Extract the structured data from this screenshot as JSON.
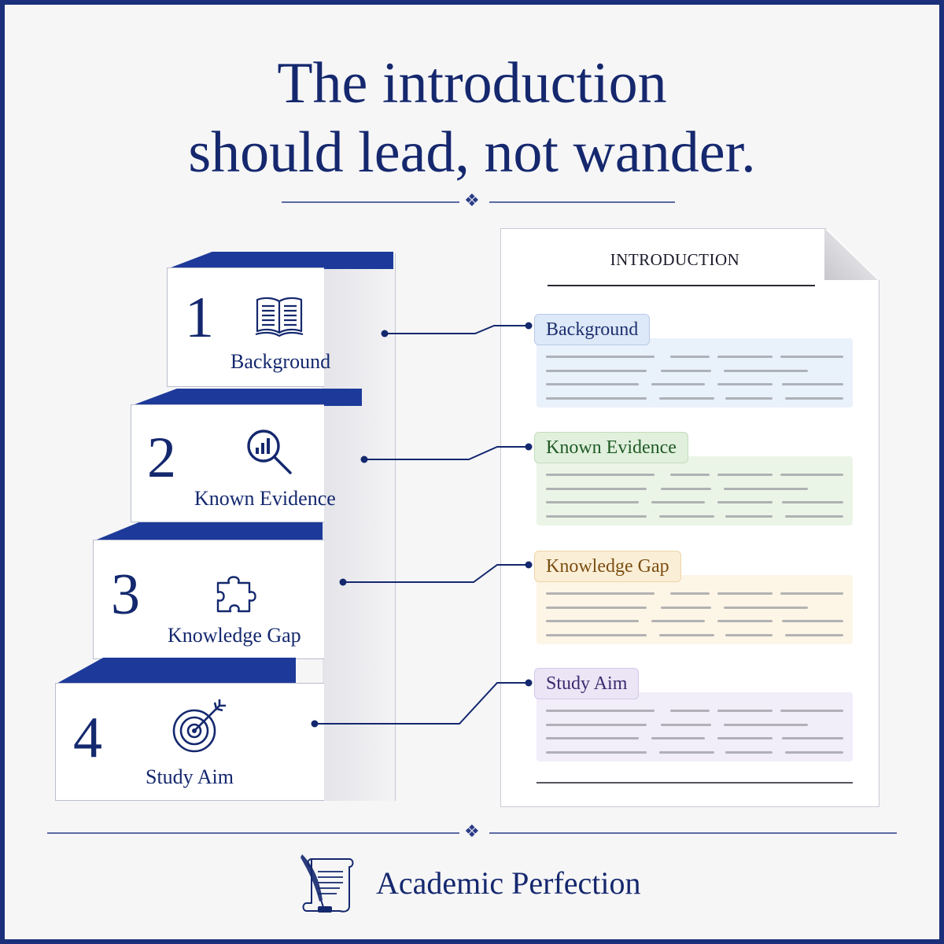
{
  "title": {
    "line1": "The introduction",
    "line2": "should lead, not wander."
  },
  "ornament_glyph": "❖",
  "steps": [
    {
      "number": "1",
      "label": "Background",
      "icon": "open-book-icon"
    },
    {
      "number": "2",
      "label": "Known Evidence",
      "icon": "magnifier-chart-icon"
    },
    {
      "number": "3",
      "label": "Knowledge Gap",
      "icon": "puzzle-piece-icon"
    },
    {
      "number": "4",
      "label": "Study Aim",
      "icon": "target-arrow-icon"
    }
  ],
  "document": {
    "heading": "INTRODUCTION",
    "sections": [
      {
        "tag": "Background",
        "tag_color": "#1d2f6e",
        "tag_bg": "#dde8f8",
        "tag_border": "#b9cbe8",
        "box_bg": "#e9f1fb"
      },
      {
        "tag": "Known Evidence",
        "tag_color": "#1f5a25",
        "tag_bg": "#e1f0dd",
        "tag_border": "#c2ddbb",
        "box_bg": "#ebf5e7"
      },
      {
        "tag": "Knowledge Gap",
        "tag_color": "#7a4e12",
        "tag_bg": "#fbeed6",
        "tag_border": "#ecd5a9",
        "box_bg": "#fdf5e6"
      },
      {
        "tag": "Study Aim",
        "tag_color": "#3b2a6e",
        "tag_bg": "#ebe5f6",
        "tag_border": "#d3c9ea",
        "box_bg": "#f1edf9"
      }
    ]
  },
  "brand": {
    "name": "Academic Perfection",
    "logo": "scroll-quill-icon"
  },
  "colors": {
    "navy": "#15286e",
    "step_top": "#1d3a9a",
    "frame": "#1b2f7a"
  }
}
